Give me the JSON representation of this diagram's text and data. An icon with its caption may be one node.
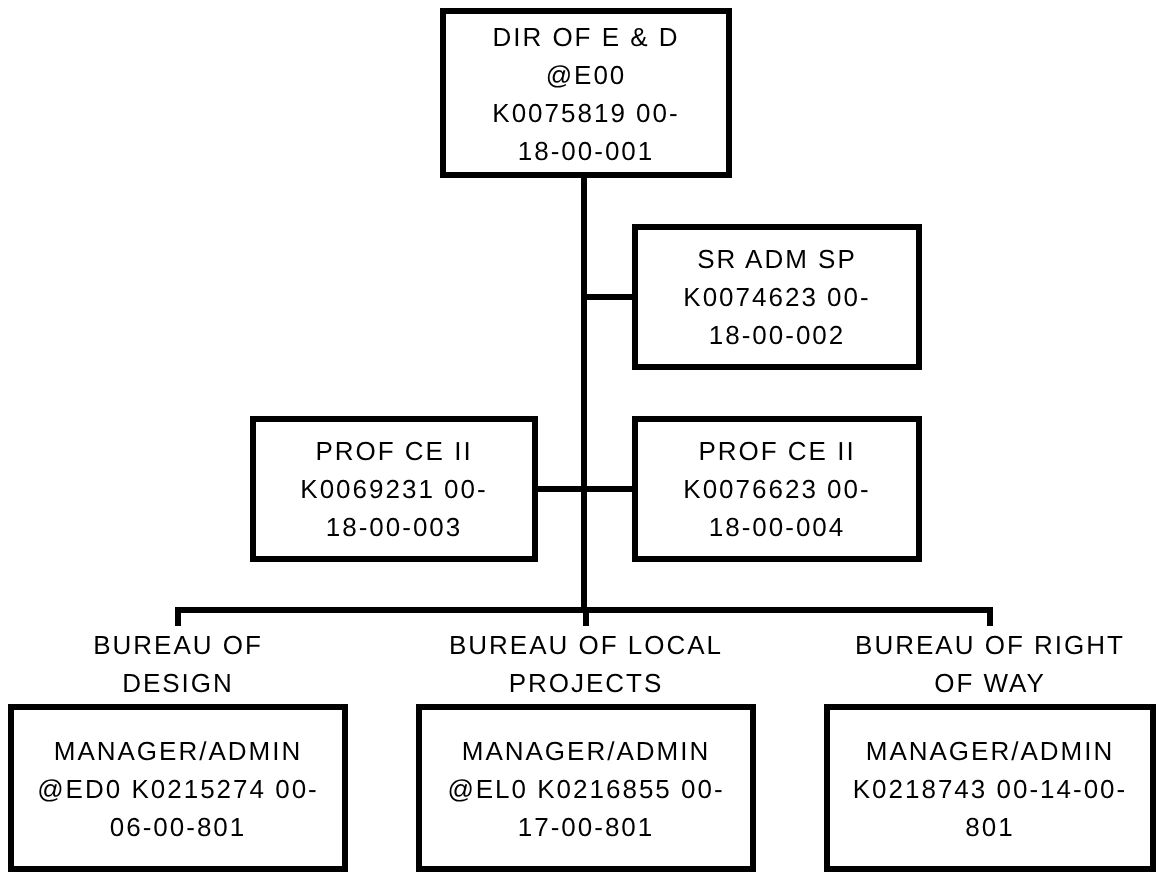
{
  "diagram": {
    "nodes": [
      {
        "text": [
          "DIR OF E & D @E00 K0075819 00-18-00-001"
        ]
      },
      {
        "text": [
          "SR ADM SP K0074623 00-18-00-002"
        ]
      },
      {
        "text": [
          "PROF CE II K0069231 00-18-00-003"
        ]
      },
      {
        "text": [
          "PROF CE II K0076623 00-18-00-004"
        ]
      },
      {
        "text": [
          "BUREAU OF DESIGN",
          "MANAGER/ADMIN @ED0 K0215274 00-06-00-801"
        ]
      },
      {
        "text": [
          "BUREAU OF LOCAL PROJECTS",
          "MANAGER/ADMIN @EL0 K0216855 00-17-00-801"
        ]
      },
      {
        "text": [
          "BUREAU OF RIGHT OF WAY",
          "MANAGER/ADMIN K0218743 00-14-00-801"
        ]
      }
    ],
    "edges": [
      {
        "from": 0,
        "to": 1,
        "arrow": "none"
      },
      {
        "from": 0,
        "to": 2,
        "arrow": "none"
      },
      {
        "from": 0,
        "to": 3,
        "arrow": "none"
      },
      {
        "from": 0,
        "to": 4,
        "arrow": "none"
      },
      {
        "from": 0,
        "to": 5,
        "arrow": "none"
      },
      {
        "from": 0,
        "to": 6,
        "arrow": "none"
      }
    ]
  }
}
